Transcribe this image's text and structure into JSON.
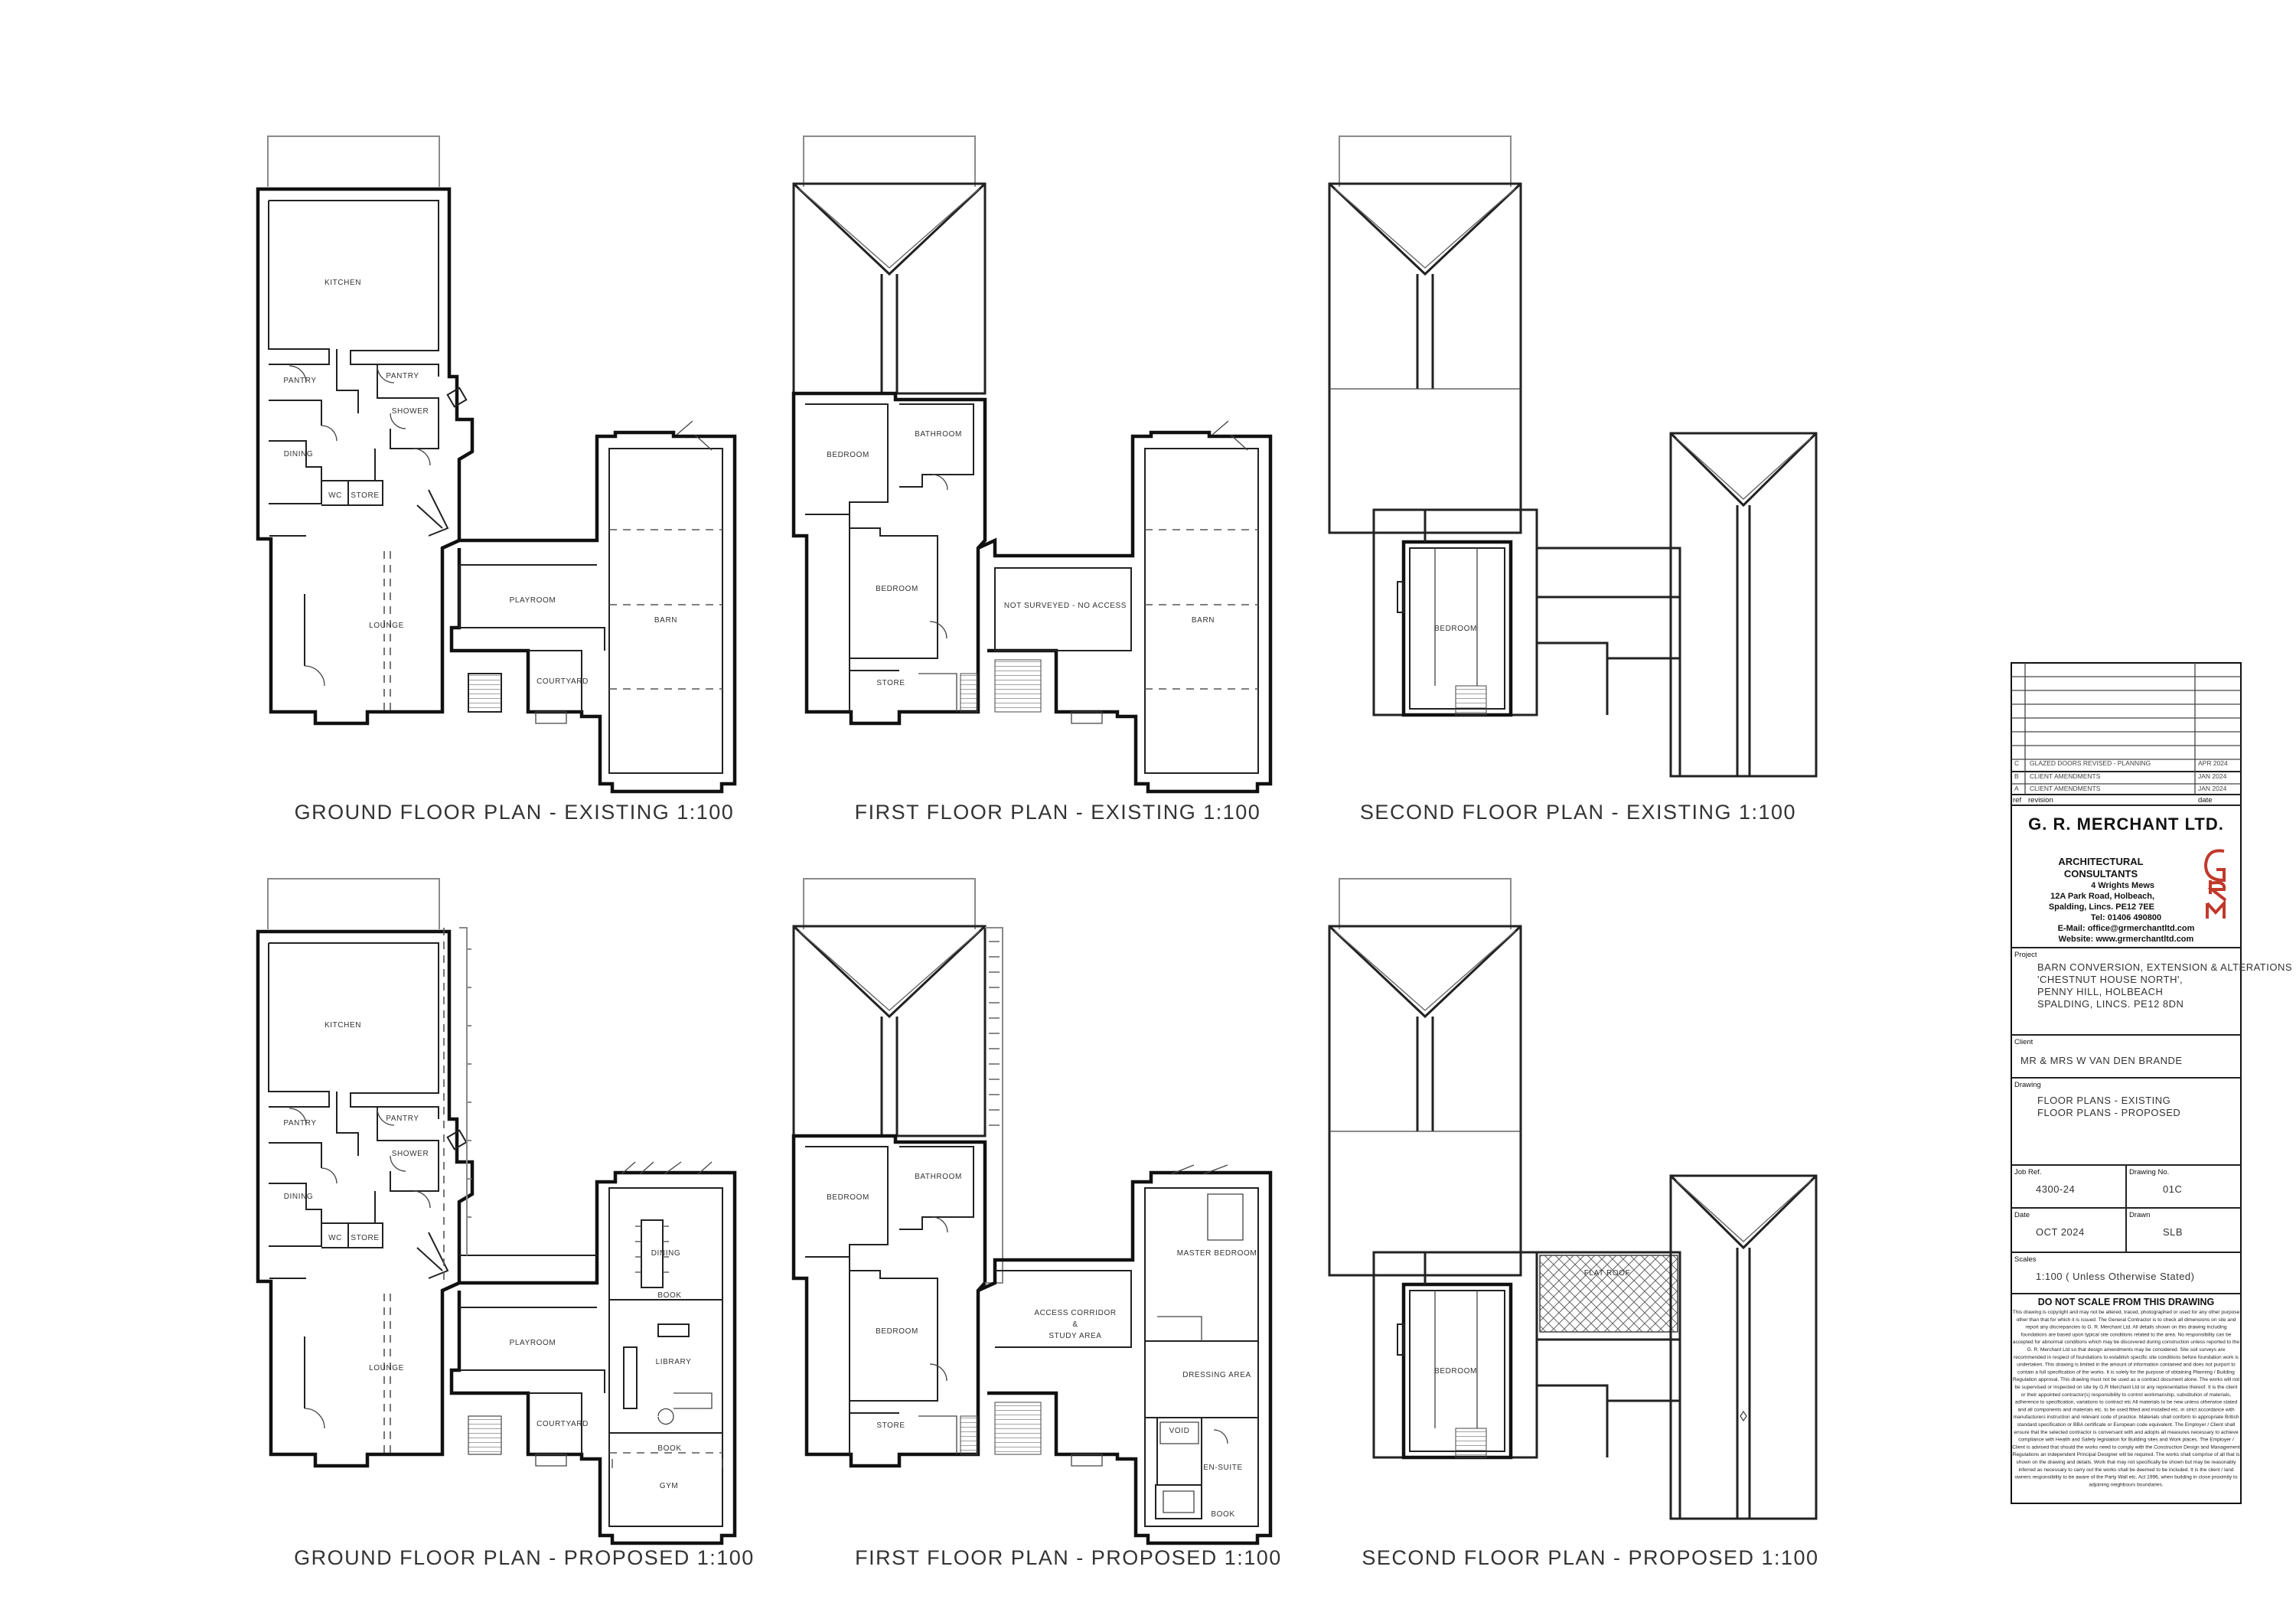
{
  "plans": {
    "gf_existing": {
      "title": "GROUND FLOOR PLAN  - EXISTING  1:100",
      "rooms": {
        "kitchen": "KITCHEN",
        "pantry1": "PANTRY",
        "pantry2": "PANTRY",
        "shower": "SHOWER",
        "dining": "DINING",
        "wc": "WC",
        "store": "STORE",
        "lounge": "LOUNGE",
        "playroom": "PLAYROOM",
        "barn": "BARN",
        "courtyard": "COURTYARD"
      }
    },
    "ff_existing": {
      "title": "FIRST FLOOR PLAN  - EXISTING  1:100",
      "rooms": {
        "bedroom1": "BEDROOM",
        "bathroom": "BATHROOM",
        "bedroom2": "BEDROOM",
        "store": "STORE",
        "not_surveyed": "NOT SURVEYED - NO ACCESS",
        "barn": "BARN"
      }
    },
    "sf_existing": {
      "title": "SECOND FLOOR PLAN  - EXISTING  1:100",
      "rooms": {
        "bedroom": "BEDROOM"
      }
    },
    "gf_proposed": {
      "title": "GROUND FLOOR PLAN  - PROPOSED  1:100",
      "rooms": {
        "kitchen": "KITCHEN",
        "pantry1": "PANTRY",
        "pantry2": "PANTRY",
        "shower": "SHOWER",
        "dining": "DINING",
        "wc": "WC",
        "store": "STORE",
        "lounge": "LOUNGE",
        "playroom": "PLAYROOM",
        "courtyard": "COURTYARD",
        "dining2": "DINING",
        "library": "LIBRARY",
        "gym": "GYM",
        "book1": "BOOK",
        "book2": "BOOK"
      }
    },
    "ff_proposed": {
      "title": "FIRST FLOOR PLAN  - PROPOSED  1:100",
      "rooms": {
        "bedroom1": "BEDROOM",
        "bathroom": "BATHROOM",
        "bedroom2": "BEDROOM",
        "store": "STORE",
        "access1": "ACCESS CORRIDOR",
        "access2": "&",
        "access3": "STUDY AREA",
        "master": "MASTER BEDROOM",
        "dressing": "DRESSING AREA",
        "void": "VOID",
        "ensuite": "EN-SUITE",
        "book": "BOOK"
      }
    },
    "sf_proposed": {
      "title": "SECOND FLOOR PLAN  - PROPOSED  1:100",
      "rooms": {
        "bedroom": "BEDROOM",
        "flat_roof": "FLAT ROOF"
      }
    }
  },
  "titleblock": {
    "revisions": [
      {
        "rev": "C",
        "text": "GLAZED DOORS REVISED - PLANNING",
        "date": "APR 2024"
      },
      {
        "rev": "B",
        "text": "CLIENT AMENDMENTS",
        "date": "JAN 2024"
      },
      {
        "rev": "A",
        "text": "CLIENT AMENDMENTS",
        "date": "JAN 2024"
      }
    ],
    "rev_header": {
      "ref": "ref",
      "revision": "revision",
      "date": "date"
    },
    "company": {
      "name": "G. R. MERCHANT LTD.",
      "tagline1": "ARCHITECTURAL",
      "tagline2": "CONSULTANTS",
      "addr1": "4 Wrights Mews",
      "addr2": "12A Park Road, Holbeach,",
      "addr3": "Spalding, Lincs. PE12 7EE",
      "tel": "Tel: 01406 490800",
      "email": "E-Mail: office@grmerchantltd.com",
      "web": "Website:  www.grmerchantltd.com",
      "logo_text": "GRM",
      "logo_color": "#c0392b"
    },
    "project_label": "Project",
    "project_lines": [
      "BARN CONVERSION, EXTENSION & ALTERATIONS",
      "'CHESTNUT HOUSE NORTH',",
      "PENNY HILL, HOLBEACH",
      "SPALDING, LINCS. PE12 8DN"
    ],
    "client_label": "Client",
    "client": "MR & MRS W VAN DEN BRANDE",
    "drawing_label": "Drawing",
    "drawing_lines": [
      "FLOOR PLANS - EXISTING",
      "FLOOR PLANS -  PROPOSED"
    ],
    "job_ref_label": "Job Ref.",
    "job_ref": "4300-24",
    "drawing_no_label": "Drawing No.",
    "drawing_no": "01C",
    "date_label": "Date",
    "date": "OCT 2024",
    "drawn_label": "Drawn",
    "drawn": "SLB",
    "scales_label": "Scales",
    "scales": "1:100 ( Unless Otherwise Stated)",
    "warning": "DO NOT SCALE FROM THIS DRAWING",
    "disclaimer": [
      "This drawing is copyright and may not be altered, traced, photographed or used for any other purpose",
      "other than that for which it is issued. The General Contractor is to check all dimensions on site and",
      "report any discrepancies to G. R. Merchant Ltd. All details shown on this drawing including",
      "foundations are based upon typical site conditions related to the area. No responsibility can be",
      "accepted for abnormal conditions which may be discovered during construction unless reported to the",
      "G. R. Merchant Ltd so that design amendments may be considered. Site soil surveys are",
      "recommended in respect of foundations to establish specific site conditions before foundation work is",
      "undertaken. This drawing is limited in the amount of information contained and does not purport to",
      "contain a full specification of the works. It is solely for the purpose of obtaining Planning / Building",
      "Regulation approval. This drawing must not be used as a contract document alone. The works will not",
      "be supervised or inspected on site by G.R Merchant Ltd or any representative thereof. It is the client",
      "or their appointed contractor(s) responsibility to control workmanship, substitution of materials,",
      "adherence to specification, variations to contract etc All materials to be new unless otherwise stated",
      "and all components and materials etc. to be used fitted and installed etc. in strict accordance with",
      "manufacturers instruction and relevant code of practice. Materials shall conform to appropriate British",
      "standard specification or BBA certificate or European code equivalent. The Employer / Client shall",
      "ensure that the selected contractor is conversant with and adopts all measures necessary to achieve",
      "compliance with Health and Safety legislation for Building sites and Work places. The Employer /",
      "Client is advised that should the works need to comply with the Construction Design and Management",
      "Regulations an independent Principal Designer will be required. The works shall comprise of all that is",
      "shown on the drawing and details. Work that may not specifically be shown but may be reasonably",
      "inferred as necessary to carry out the works shall be deemed to be included. It is the client / land",
      "owners responsibility to be aware of the Party Wall etc. Act 1996, when building in close proximity to",
      "adjoining neighbours boundaries."
    ]
  }
}
